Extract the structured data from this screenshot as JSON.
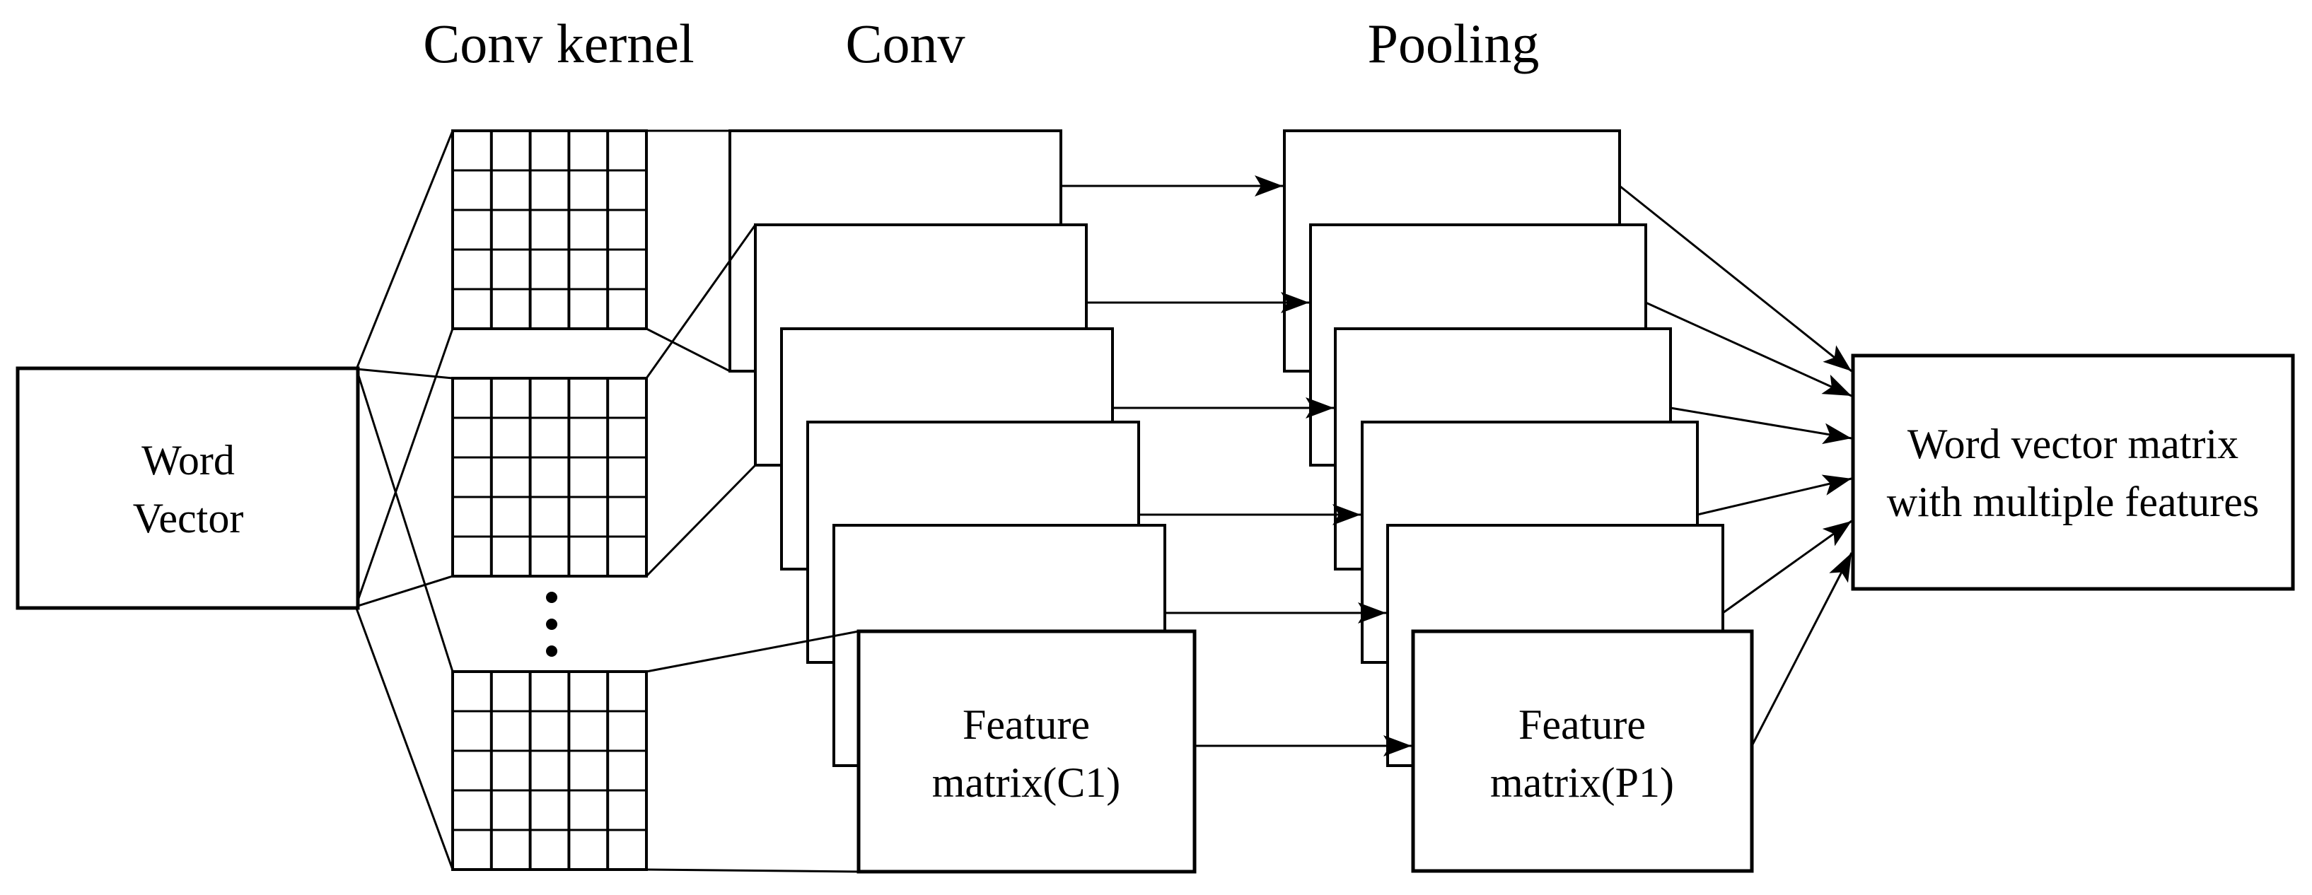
{
  "headers": {
    "conv_kernel": "Conv kernel",
    "conv": "Conv",
    "pooling": "Pooling"
  },
  "nodes": {
    "word_vector": {
      "line1": "Word",
      "line2": "Vector"
    },
    "conv_feature": {
      "line1": "Feature",
      "line2": "matrix(C1)"
    },
    "pool_feature": {
      "line1": "Feature",
      "line2": "matrix(P1)"
    },
    "output": {
      "line1": "Word vector matrix",
      "line2": "with multiple features"
    }
  },
  "structure": {
    "kernel_grids": 3,
    "grid_rows": 5,
    "grid_cols": 5,
    "conv_maps": 6,
    "pool_maps": 6,
    "conv_to_pool_arrows": 6,
    "pool_to_output_arrows": 6,
    "ellipsis_dots": 3
  },
  "colors": {
    "line": "#000000",
    "background": "#ffffff",
    "box_fill": "#ffffff"
  }
}
